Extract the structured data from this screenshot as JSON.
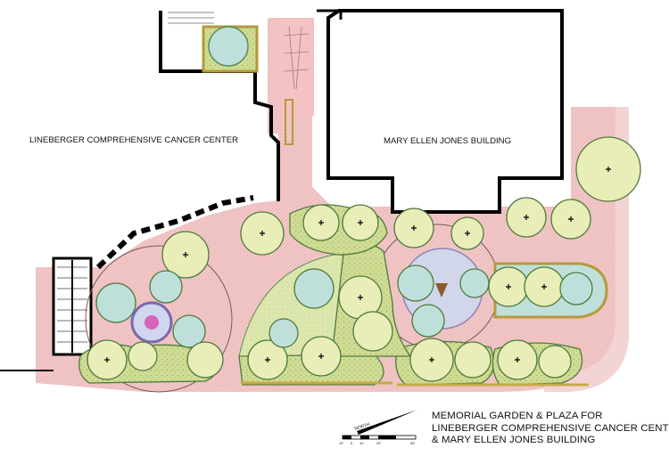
{
  "labels": {
    "left_building": "LINEBERGER COMPREHENSIVE CANCER CENTER",
    "right_building": "MARY ELLEN JONES BUILDING"
  },
  "title": {
    "line1": "MEMORIAL GARDEN & PLAZA FOR",
    "line2": "LINEBERGER COMPREHENSIVE CANCER CENTER",
    "line3": "& MARY ELLEN JONES BUILDING"
  },
  "north_arrow": {
    "label": "NORTH"
  },
  "scale_bar": {
    "ticks": [
      "10'",
      "0",
      "10",
      "20'",
      "40'"
    ]
  },
  "colors": {
    "paving": "#f2c6c6",
    "lawn": "#d7e3a6",
    "shrub": "#c9d98a",
    "tree_canopy": "#e6ecb0",
    "water": "#b9e3df",
    "wall": "#000000",
    "edge": "#c7a94a"
  }
}
